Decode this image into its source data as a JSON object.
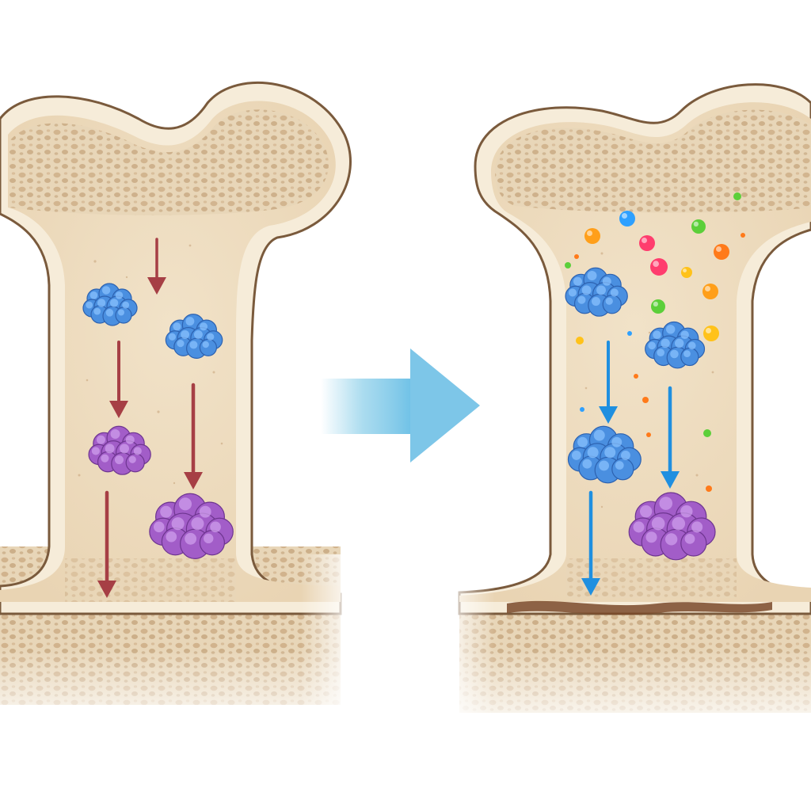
{
  "colors": {
    "background": "#ffffff",
    "bone_fill": "#f3e6cf",
    "bone_outline": "#7a5a3c",
    "cortex_fill": "#f6ecd9",
    "spongy_fill": "#e6d2b2",
    "pore_color": "#c4a27b",
    "growth_plate_band": "#7a4a2a",
    "transition_arrow": "#8fd0ea",
    "cluster_blue": "#4a8fe0",
    "cluster_blue_highlight": "#8cc3ff",
    "cluster_purple": "#a25dc8",
    "cluster_purple_highlight": "#d2a2ee",
    "arrow_left": "#a63f45",
    "arrow_right": "#1f8fe0"
  },
  "panels": [
    {
      "id": "before",
      "state": "before treatment",
      "clusters": [
        {
          "type": "blue",
          "count": 2
        },
        {
          "type": "purple",
          "count": 2
        }
      ],
      "arrow_color_key": "arrow_left",
      "downward_arrows": 4,
      "colored_particles": 0,
      "growth_plate_visible": false
    },
    {
      "id": "after",
      "state": "after treatment",
      "clusters": [
        {
          "type": "blue",
          "count": 3
        },
        {
          "type": "purple",
          "count": 1
        }
      ],
      "arrow_color_key": "arrow_right",
      "downward_arrows": 3,
      "colored_particles": 22,
      "particle_colors": [
        "#ff9f1a",
        "#ff3d6e",
        "#2ea0ff",
        "#5ccf3a",
        "#ffc21a",
        "#ff7a1a"
      ],
      "growth_plate_visible": true
    }
  ],
  "transition": {
    "direction": "right",
    "icon": "arrow-right-icon"
  }
}
